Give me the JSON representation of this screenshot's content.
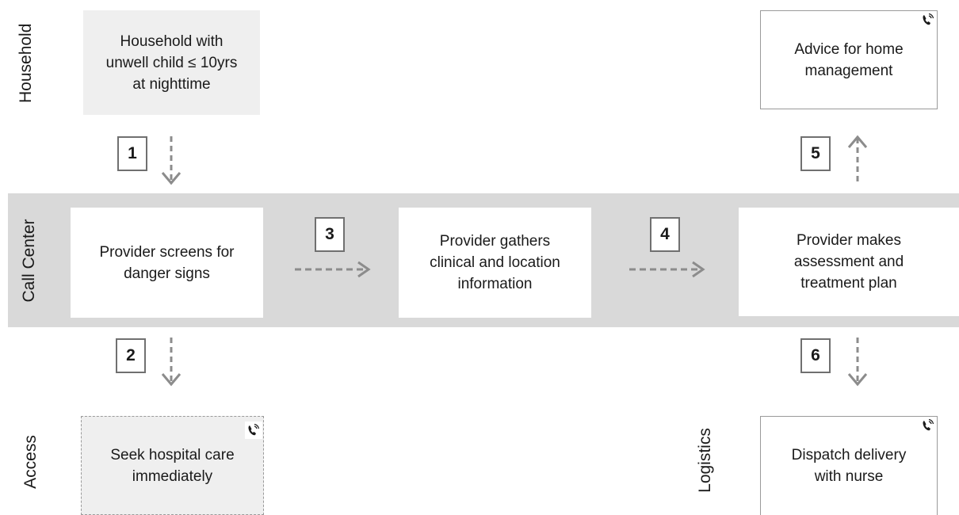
{
  "lanes": {
    "household": "Household",
    "call_center": "Call Center",
    "access": "Access",
    "logistics": "Logistics"
  },
  "boxes": {
    "household_child": "Household with\nunwell child ≤ 10yrs\nat nighttime",
    "screen_danger": "Provider screens for\ndanger signs",
    "gather_info": "Provider gathers\nclinical and location\ninformation",
    "assessment": "Provider makes\nassessment and\ntreatment plan",
    "home_advice": "Advice for home\nmanagement",
    "hospital_care": "Seek hospital care\nimmediately",
    "dispatch": "Dispatch delivery\nwith nurse"
  },
  "steps": [
    "1",
    "2",
    "3",
    "4",
    "5",
    "6"
  ],
  "icons": {
    "phone": "phone-icon"
  },
  "colors": {
    "band": "#d9d9d9",
    "grey_box": "#efefef",
    "arrow": "#8c8c8c",
    "border": "#9a9a9a"
  }
}
